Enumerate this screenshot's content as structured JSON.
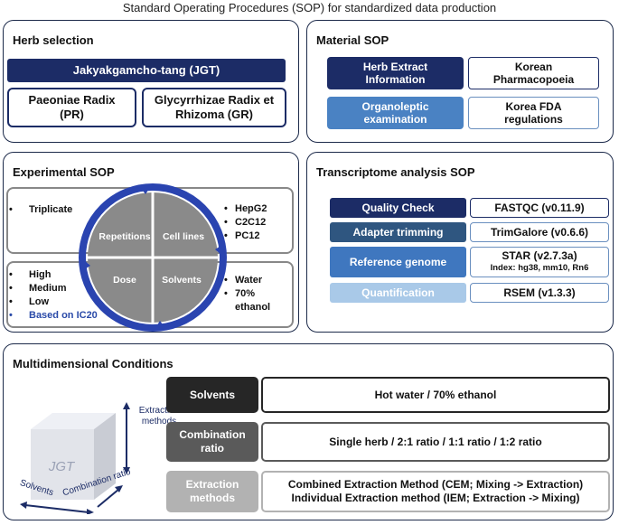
{
  "title": "Standard Operating Procedures (SOP) for standardized data production",
  "herb": {
    "heading": "Herb selection",
    "formula": "Jakyakgamcho-tang (JGT)",
    "herb1": "Paeoniae Radix (PR)",
    "herb2": "Glycyrrhizae Radix et Rhizoma (GR)"
  },
  "material": {
    "heading": "Material SOP",
    "row1_left": "Herb Extract Information",
    "row1_right": "Korean Pharmacopoeia",
    "row2_left": "Organoleptic examination",
    "row2_right": "Korea FDA regulations"
  },
  "experimental": {
    "heading": "Experimental SOP",
    "quadrants": [
      "Repetitions",
      "Cell lines",
      "Dose",
      "Solvents"
    ],
    "repetitions": [
      "Triplicate"
    ],
    "cell_lines": [
      "HepG2",
      "C2C12",
      "PC12"
    ],
    "dose": [
      "High",
      "Medium",
      "Low"
    ],
    "dose_note": "Based on IC20",
    "solvents": [
      "Water",
      "70% ethanol"
    ]
  },
  "transcriptome": {
    "heading": "Transcriptome analysis SOP",
    "rows": [
      {
        "step": "Quality Check",
        "tool": "FASTQC (v0.11.9)",
        "color": "#1c2c66"
      },
      {
        "step": "Adapter trimming",
        "tool": "TrimGalore (v0.6.6)",
        "color": "#2f5680"
      },
      {
        "step": "Reference genome",
        "tool": "STAR (v2.7.3a)",
        "sub": "Index: hg38, mm10, Rn6",
        "color": "#3f77bf"
      },
      {
        "step": "Quantification",
        "tool": "RSEM (v1.3.3)",
        "color": "#a9c9e8"
      }
    ]
  },
  "multi": {
    "heading": "Multidimensional Conditions",
    "cube_label": "JGT",
    "axis_solvents": "Solvents",
    "axis_combination": "Combination ratio",
    "axis_extraction": "Extraction methods",
    "rows": [
      {
        "label": "Solvents",
        "value": "Hot water / 70% ethanol",
        "color": "#262626"
      },
      {
        "label": "Combination ratio",
        "value": "Single herb / 2:1 ratio / 1:1 ratio / 1:2 ratio",
        "color": "#5a5a5a"
      },
      {
        "label": "Extraction methods",
        "value1": "Combined Extraction Method (CEM; Mixing -> Extraction)",
        "value2": "Individual Extraction method (IEM; Extraction -> Mixing)",
        "color": "#b2b2b2"
      }
    ]
  }
}
